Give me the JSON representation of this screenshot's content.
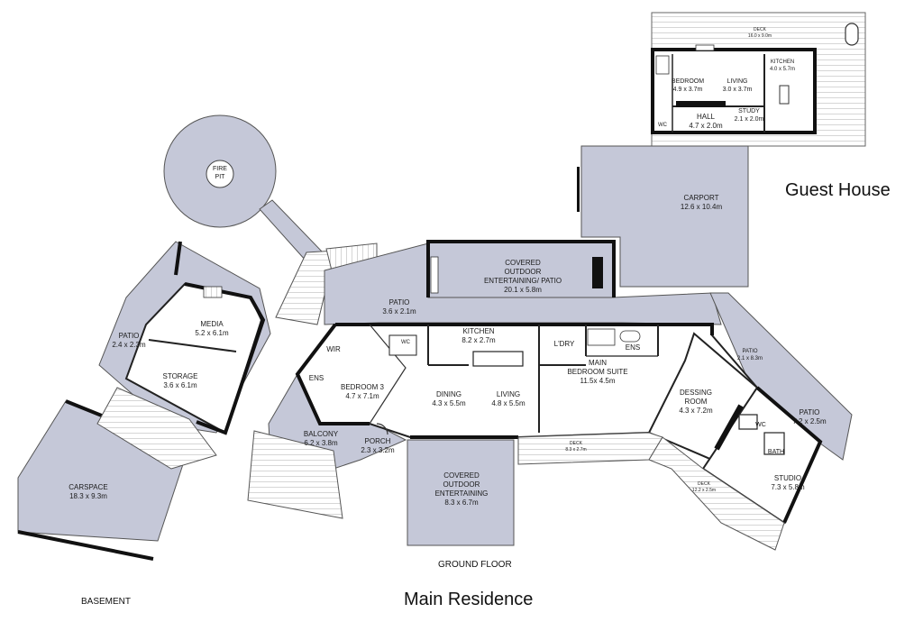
{
  "titles": {
    "guest_house": "Guest House",
    "main_residence": "Main Residence",
    "ground_floor": "GROUND FLOOR",
    "basement": "BASEMENT"
  },
  "rooms": {
    "fire_pit": [
      "FIRE",
      "PIT"
    ],
    "media": [
      "MEDIA",
      "5.2 x 6.1m"
    ],
    "patio_a": [
      "PATIO",
      "2.4 x 2.3m"
    ],
    "storage": [
      "STORAGE",
      "3.6 x 6.1m"
    ],
    "carspace": [
      "CARSPACE",
      "18.3 x 9.3m"
    ],
    "wir": "WIR",
    "ens_bed3": "ENS",
    "bedroom3": [
      "BEDROOM 3",
      "4.7 x 7.1m"
    ],
    "balcony": [
      "BALCONY",
      "6.2 x 3.8m"
    ],
    "porch": [
      "PORCH",
      "2.3 x 3.2m"
    ],
    "wc_main": "WC",
    "patio_b": [
      "PATIO",
      "3.6 x 2.1m"
    ],
    "covered_outdoor_patio": [
      "COVERED",
      "OUTDOOR",
      "ENTERTAINING/ PATIO",
      "20.1 x 5.8m"
    ],
    "kitchen": [
      "KITCHEN",
      "8.2 x 2.7m"
    ],
    "dining": [
      "DINING",
      "4.3 x 5.5m"
    ],
    "living": [
      "LIVING",
      "4.8 x 5.5m"
    ],
    "ldry": "L'DRY",
    "ens_main": "ENS",
    "main_bedroom": [
      "MAIN",
      "BEDROOM SUITE",
      "11.5x 4.5m"
    ],
    "deck_main": [
      "DECK",
      "8.3 x 2.7m"
    ],
    "covered_outdoor": [
      "COVERED",
      "OUTDOOR",
      "ENTERTAINING",
      "8.3 x 6.7m"
    ],
    "dessing_room": [
      "DESSING",
      "ROOM",
      "4.3 x 7.2m"
    ],
    "patio_c": [
      "PATIO",
      "2.1 x 8.3m"
    ],
    "patio_d": [
      "PATIO",
      "7.2 x 2.5m"
    ],
    "wc_studio": "WC",
    "bath": "BATH",
    "deck_studio": [
      "DECK",
      "12.2 x 2.5m"
    ],
    "studio": [
      "STUDIO",
      "7.3 x 5.8m"
    ],
    "carport": [
      "CARPORT",
      "12.6 x 10.4m"
    ],
    "gh_deck": [
      "DECK",
      "16.0 x 9.0m"
    ],
    "gh_kitchen": [
      "KITCHEN",
      "4.0 x 5.7m"
    ],
    "gh_bedroom": [
      "BEDROOM",
      "4.9 x 3.7m"
    ],
    "gh_living": [
      "LIVING",
      "3.0 x 3.7m"
    ],
    "gh_study": [
      "STUDY",
      "2.1 x 2.0m"
    ],
    "gh_hall": [
      "HALL",
      "4.7 x 2.0m"
    ],
    "gh_wc": "WC"
  },
  "colors": {
    "outdoor": "#c5c8d8",
    "wall": "#111111",
    "deck": "#ffffff"
  }
}
